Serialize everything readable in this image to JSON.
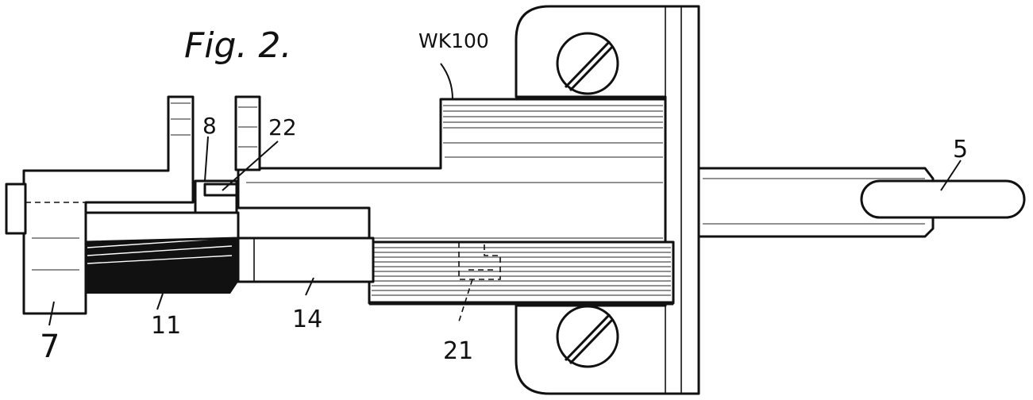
{
  "figure": {
    "title": "Fig. 2.",
    "labels": {
      "ref_wk100": "WK100",
      "ref_5": "5",
      "ref_7": "7",
      "ref_8": "8",
      "ref_11": "11",
      "ref_14": "14",
      "ref_21": "21",
      "ref_22": "22"
    }
  }
}
